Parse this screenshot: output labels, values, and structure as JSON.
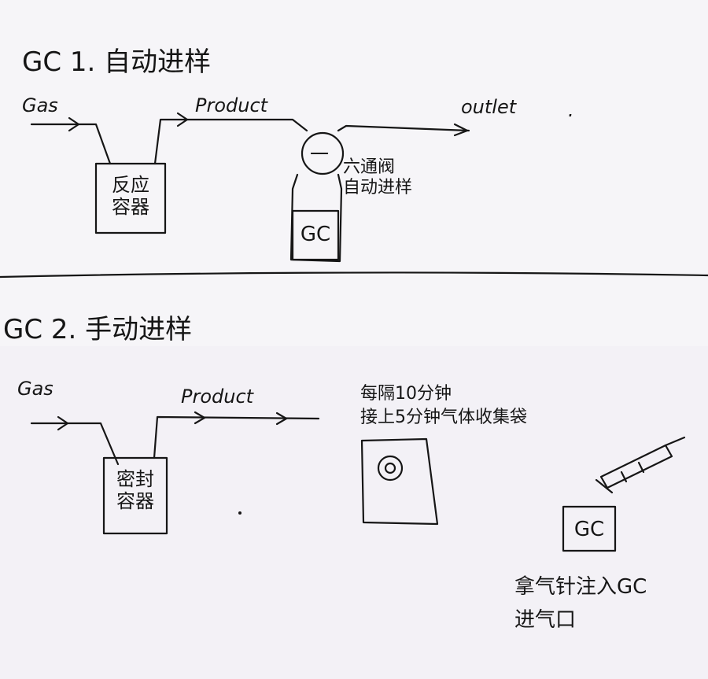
{
  "gc1": {
    "title": "GC 1. 自动进样",
    "gas_label": "Gas",
    "product_label": "Product",
    "outlet_label": "outlet",
    "outlet_dot": ".",
    "reactor_line1": "反应",
    "reactor_line2": "容器",
    "valve_symbol": "一",
    "valve_note_line1": "六通阀",
    "valve_note_line2": "自动进样",
    "gc_label": "GC"
  },
  "gc2": {
    "title": "GC 2. 手动进样",
    "gas_label": "Gas",
    "product_label": "Product",
    "container_line1": "密封",
    "container_line2": "容器",
    "bag_note_line1": "每隔10分钟",
    "bag_note_line2": "接上5分钟气体收集袋",
    "gc_label": "GC",
    "syringe_note_line1": "拿气针注入GC",
    "syringe_note_line2": "进气口"
  },
  "colors": {
    "paper": "#f6f5f8",
    "ink": "#161616"
  }
}
